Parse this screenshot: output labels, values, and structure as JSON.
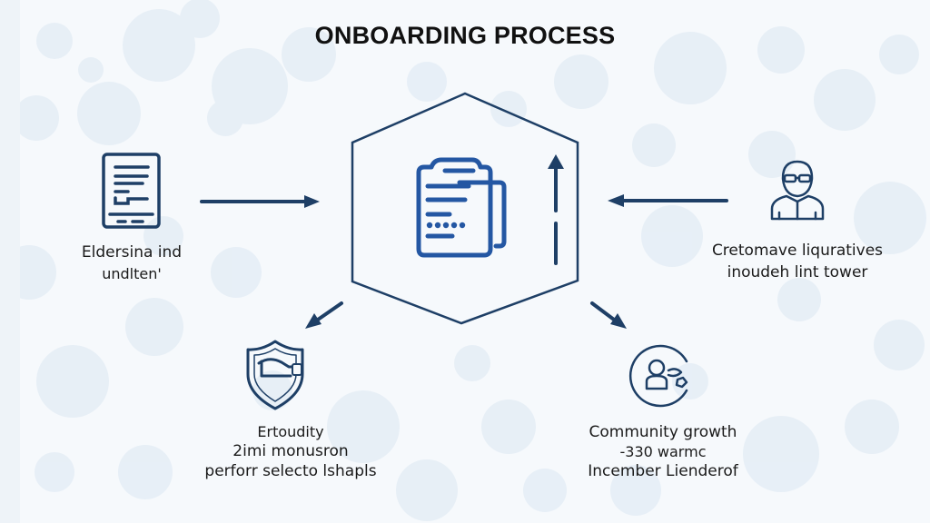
{
  "title": "ONBOARDING PROCESS",
  "colors": {
    "primary": "#1e3f66",
    "accent": "#2457a3",
    "background": "#f6f9fc",
    "text": "#1a1a1a"
  },
  "center": {
    "icon": "clipboard-document-icon",
    "side_icon": "arrow-up-icon"
  },
  "nodes": [
    {
      "id": "left",
      "icon": "document-tablet-icon",
      "line1": "Eldersina ind",
      "line2": "undlten'"
    },
    {
      "id": "right",
      "icon": "person-with-glasses-icon",
      "line1": "Cretomave liquratives",
      "line2": "inoudeh lint tower"
    },
    {
      "id": "bottom-left",
      "icon": "shield-icon",
      "line1": "Ertoudity",
      "line2": "2imi monusron",
      "line3": "perforr selecto lshapls"
    },
    {
      "id": "bottom-right",
      "icon": "community-circle-icon",
      "line1": "Community growth",
      "line2": "-330 warmc",
      "line3": "Incember Lienderof"
    }
  ]
}
